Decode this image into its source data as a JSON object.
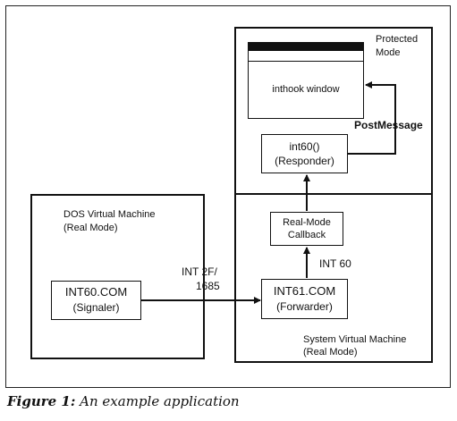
{
  "protected_mode": {
    "label_line1": "Protected",
    "label_line2": "Mode"
  },
  "inthook_window": {
    "label": "inthook window"
  },
  "post_message": {
    "label": "PostMessage"
  },
  "int60_responder": {
    "line1": "int60()",
    "line2": "(Responder)"
  },
  "real_mode_callback": {
    "line1": "Real-Mode",
    "line2": "Callback"
  },
  "int_60": {
    "label": "INT 60"
  },
  "int61_forwarder": {
    "line1": "INT61.COM",
    "line2": "(Forwarder)"
  },
  "system_vm": {
    "line1": "System Virtual Machine",
    "line2": "(Real Mode)"
  },
  "dos_vm": {
    "line1": "DOS Virtual Machine",
    "line2": "(Real Mode)"
  },
  "int60_signaler": {
    "line1": "INT60.COM",
    "line2": "(Signaler)"
  },
  "int_2f": {
    "line1": "INT 2F/",
    "line2": "1685"
  },
  "caption": {
    "figure": "Figure 1:",
    "text": "An example application"
  }
}
